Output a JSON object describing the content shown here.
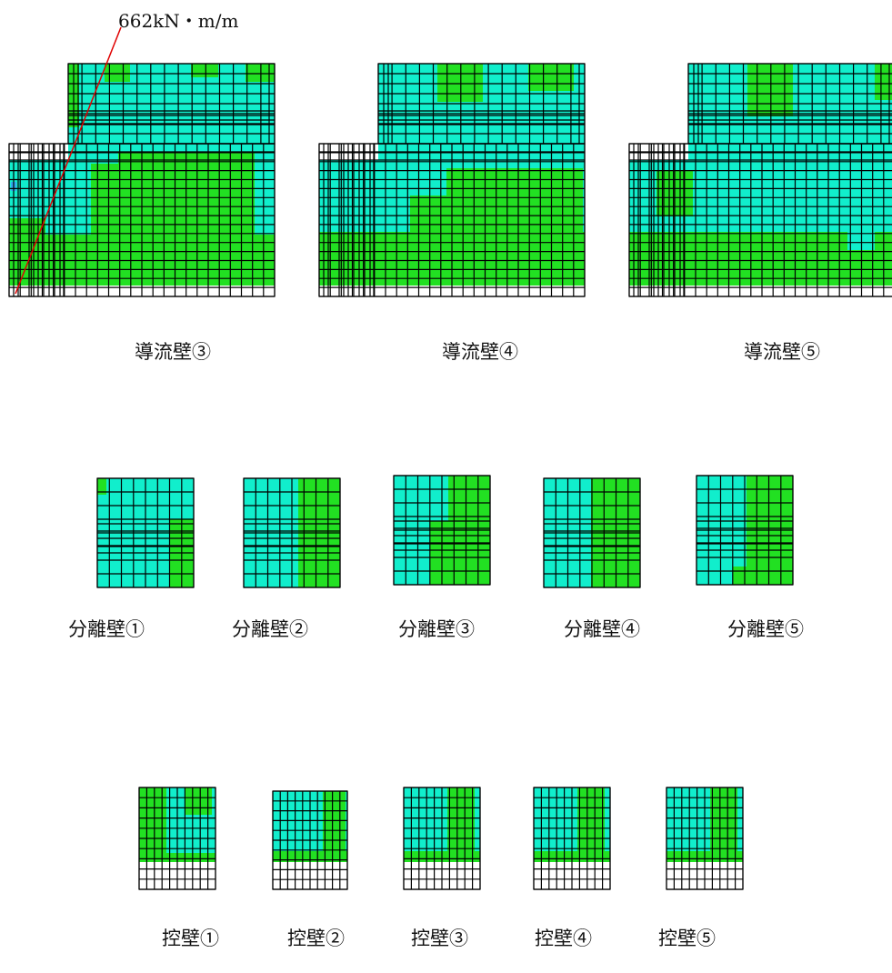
{
  "annotation": {
    "text": "662kN・m/m",
    "line_color": "#e00000"
  },
  "colors": {
    "green": "#22e022",
    "cyan": "#11eecc",
    "light_blue": "#33aaee",
    "empty": "#ffffff",
    "grid": "#000000"
  },
  "groups": {
    "guide_walls": {
      "labels": [
        "導流壁③",
        "導流壁④",
        "導流壁⑤"
      ]
    },
    "separation_walls": {
      "labels": [
        "分離壁①",
        "分離壁②",
        "分離壁③",
        "分離壁④",
        "分離壁⑤"
      ]
    },
    "counterfort_walls": {
      "labels": [
        "控壁①",
        "控壁②",
        "控壁③",
        "控壁④",
        "控壁⑤"
      ]
    }
  }
}
